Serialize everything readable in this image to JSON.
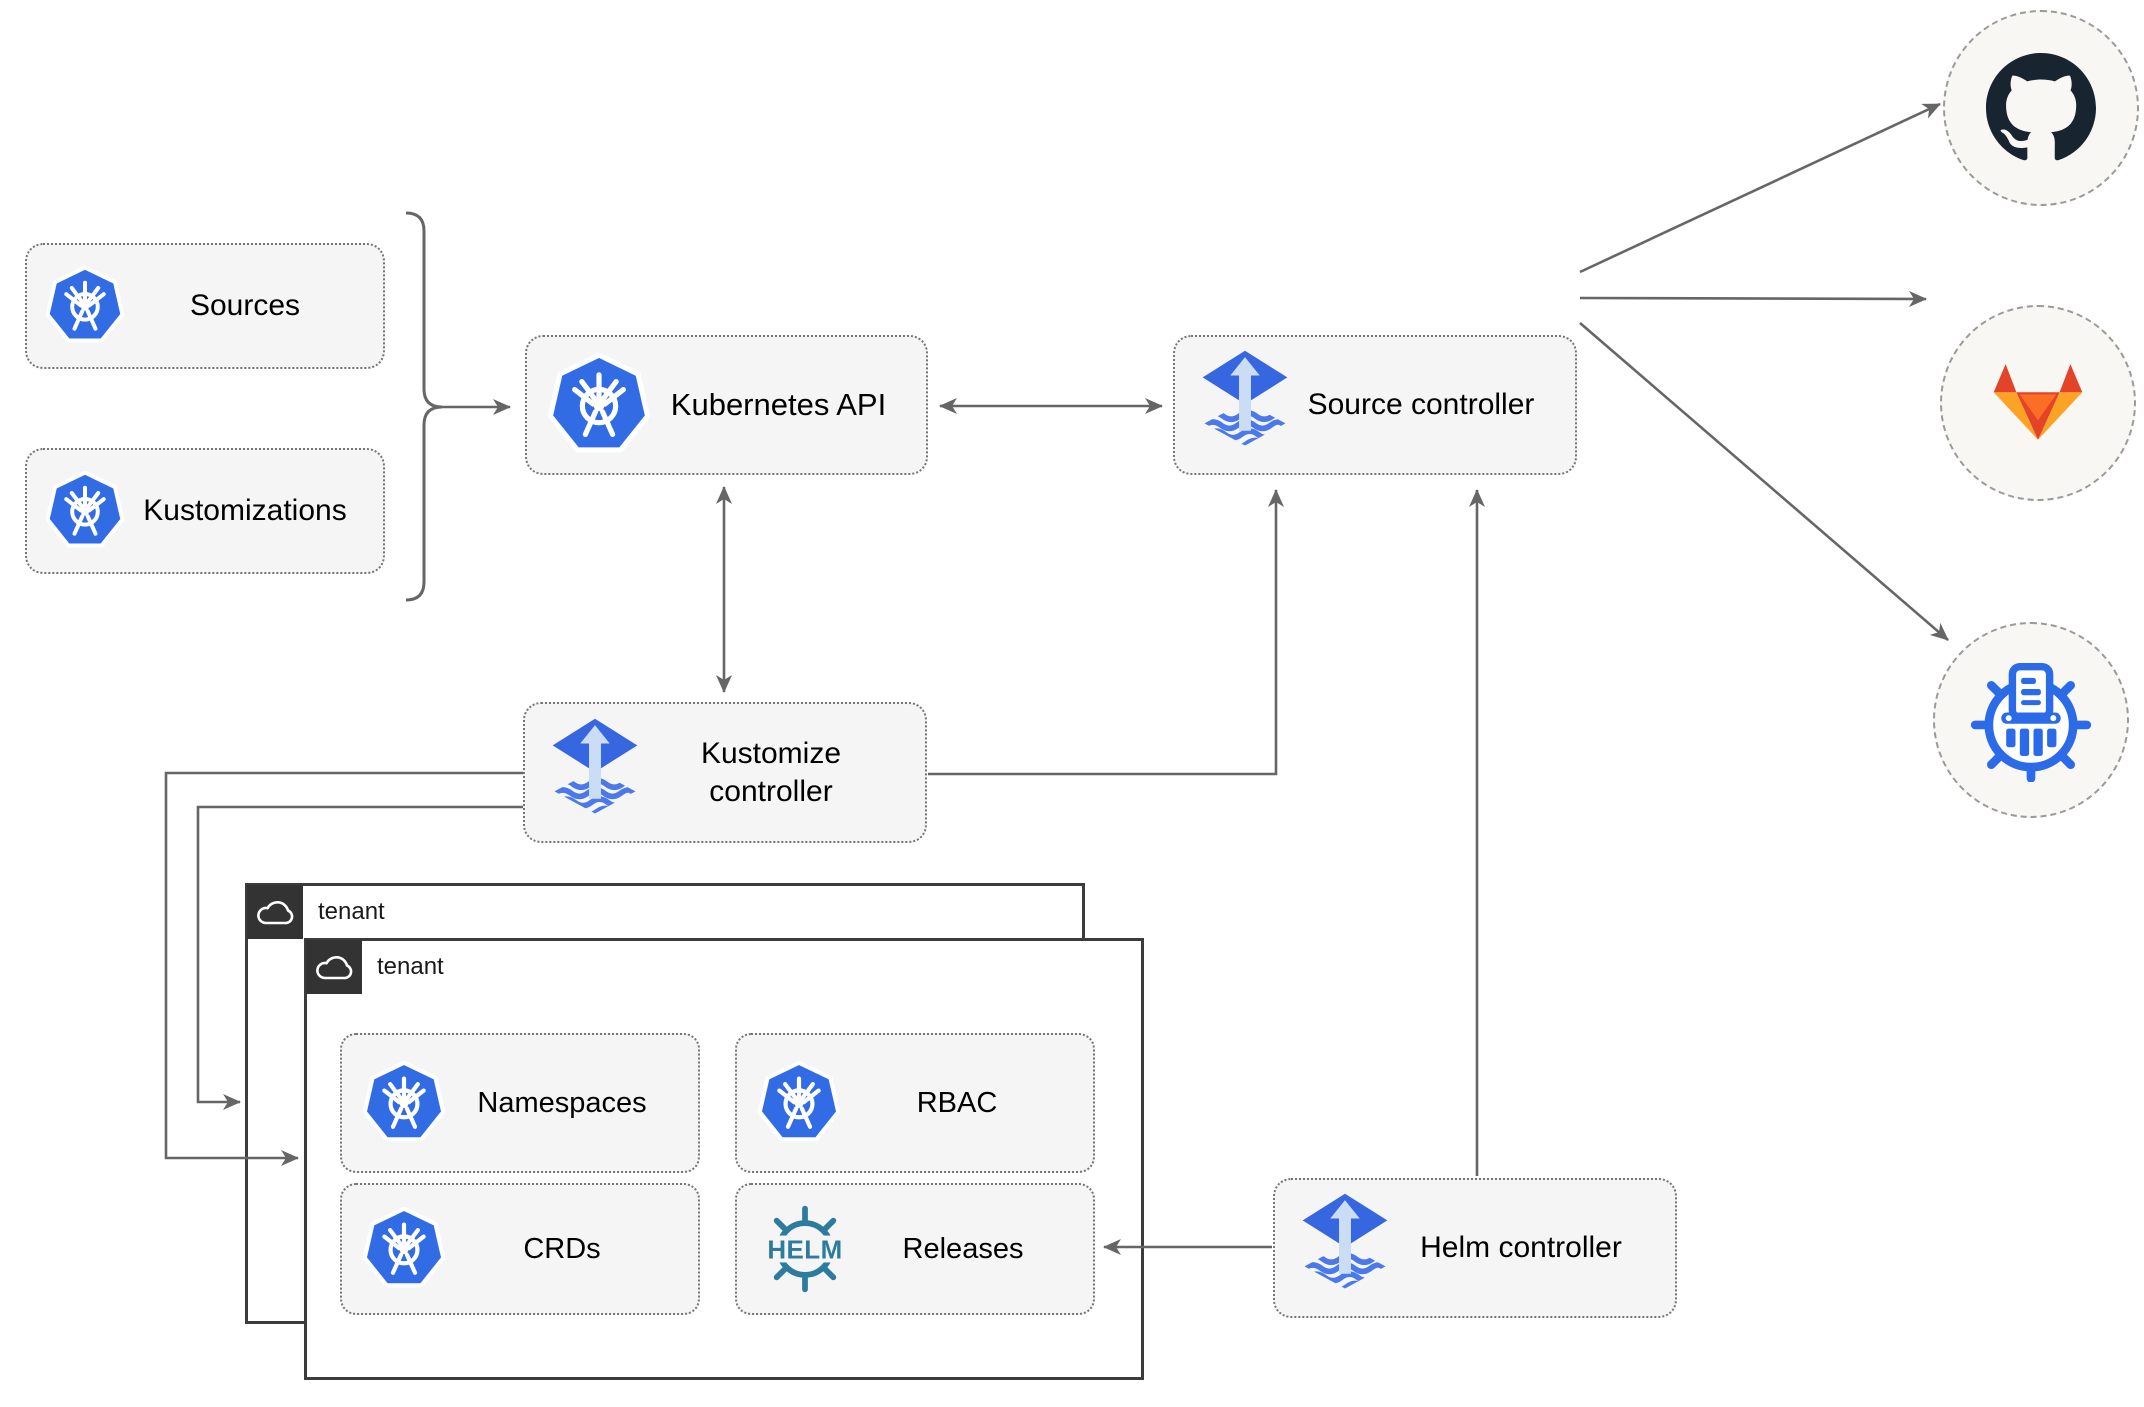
{
  "diagram": {
    "nodes": {
      "sources": {
        "label": "Sources"
      },
      "kustomizations": {
        "label": "Kustomizations"
      },
      "kubernetes_api": {
        "label": "Kubernetes API"
      },
      "source_controller": {
        "label": "Source controller"
      },
      "kustomize_controller": {
        "label": "Kustomize controller"
      },
      "helm_controller": {
        "label": "Helm controller"
      },
      "namespaces": {
        "label": "Namespaces"
      },
      "rbac": {
        "label": "RBAC"
      },
      "crds": {
        "label": "CRDs"
      },
      "releases": {
        "label": "Releases"
      }
    },
    "tenants": {
      "back": {
        "label": "tenant"
      },
      "front": {
        "label": "tenant"
      }
    },
    "logos": {
      "helm_text": "HELM"
    },
    "external_targets": [
      "github",
      "gitlab",
      "chartmuseum"
    ],
    "colors": {
      "node_fill": "#f5f5f5",
      "node_border": "#757575",
      "connector": "#666666",
      "tenant_border": "#3c3c3c",
      "tenant_tab": "#333333",
      "kubernetes_blue": "#326CE5",
      "flux_blue": "#3666E0",
      "flux_wave_blue": "#4B79EA",
      "flux_arrow_light": "#CBDCF5",
      "helm_teal": "#2D7C9E",
      "github_dark": "#182430",
      "gitlab_dark_orange": "#e24329",
      "gitlab_mid_orange": "#fc6d26",
      "gitlab_light_orange": "#fca326",
      "chartmuseum_blue": "#2C6BE8"
    }
  }
}
